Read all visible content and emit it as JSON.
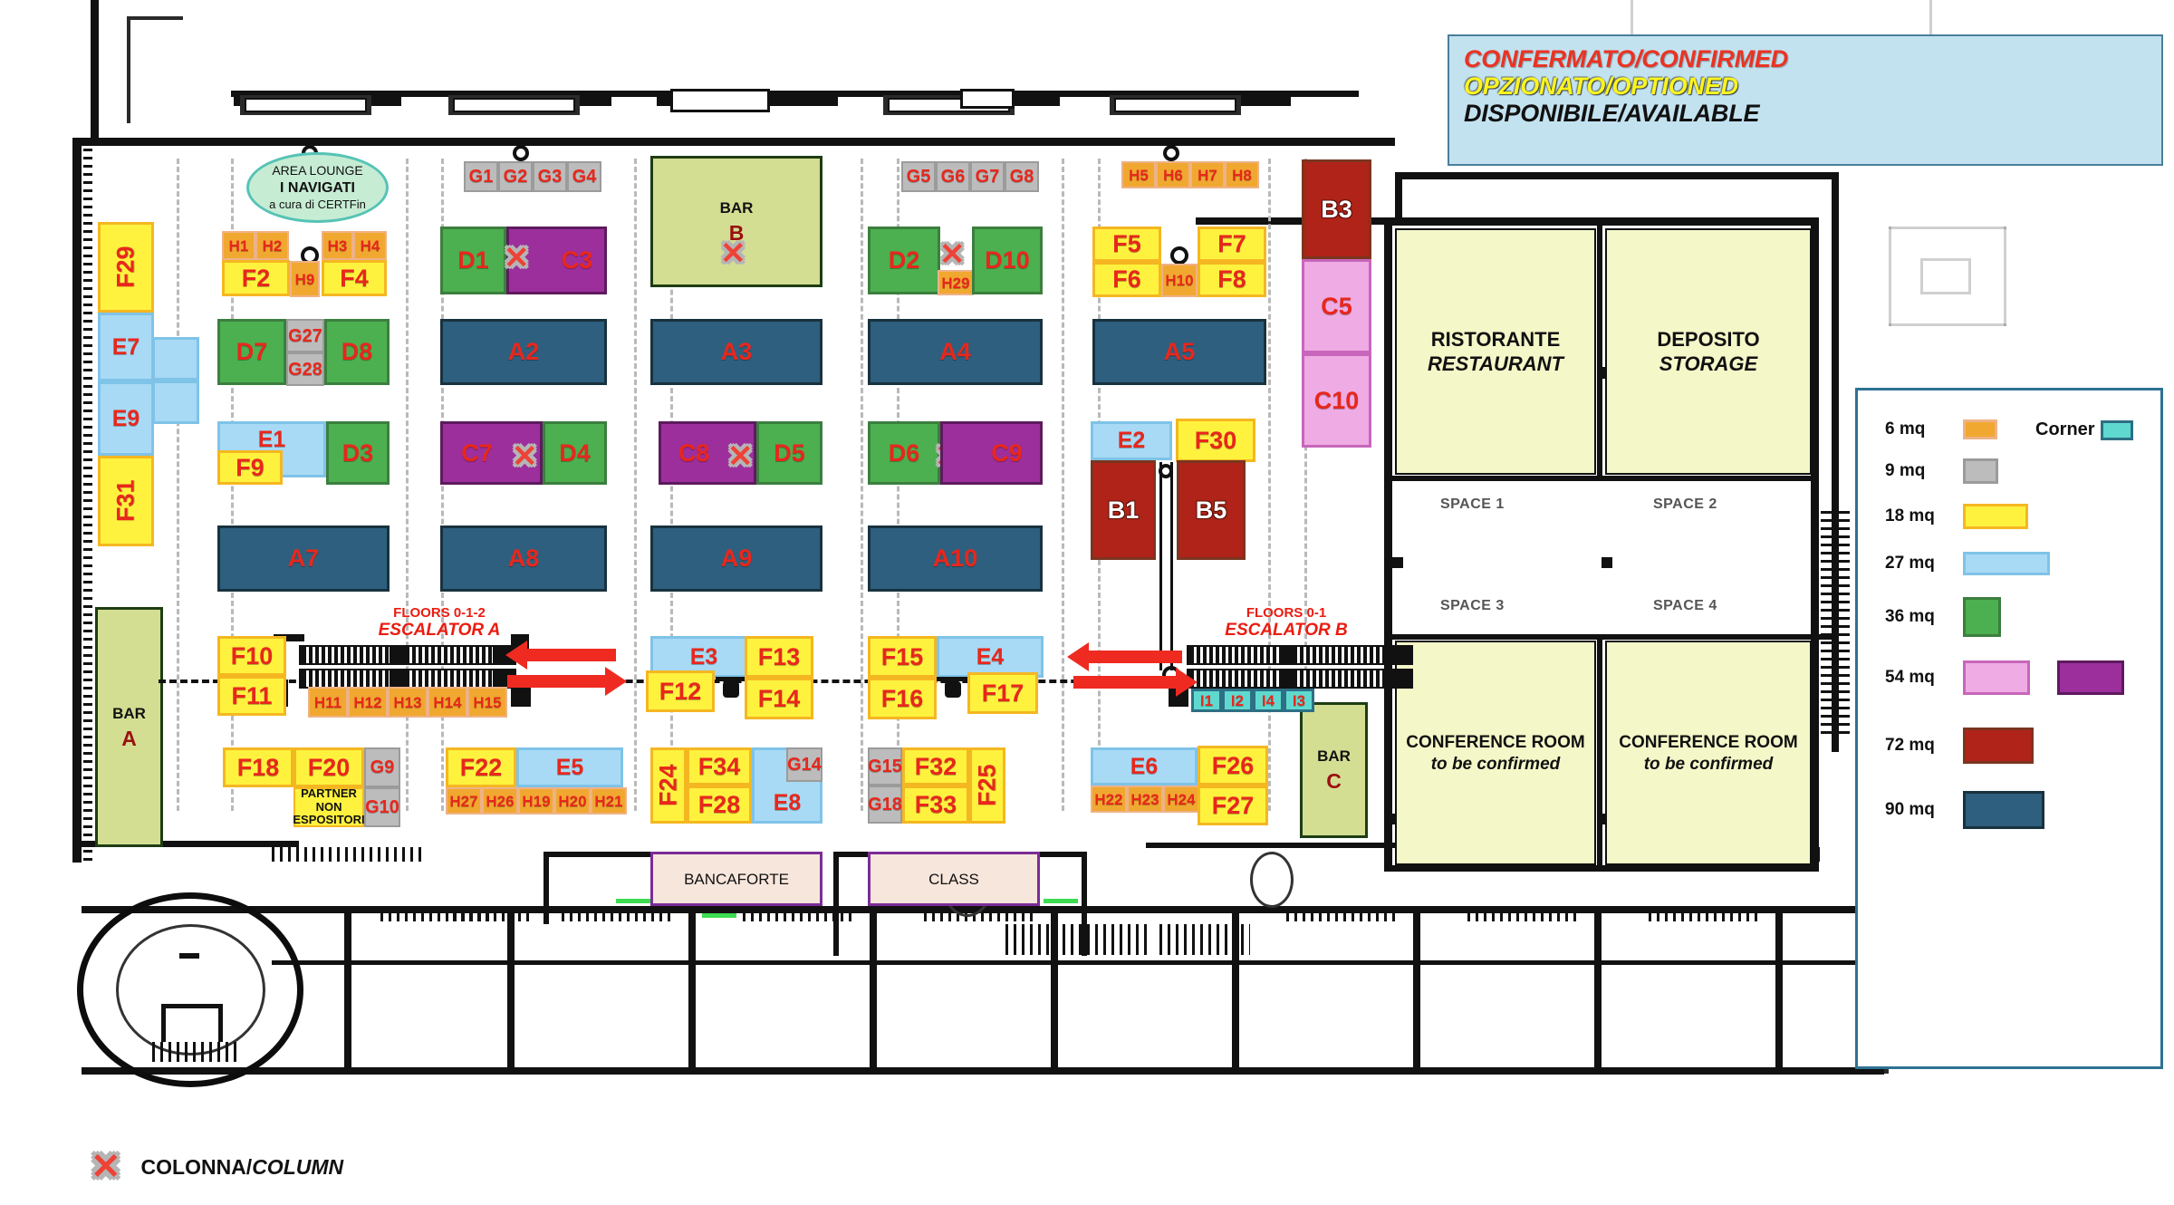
{
  "status_legend": {
    "confirmed": "CONFERMATO/CONFIRMED",
    "optioned": "OPZIONATO/OPTIONED",
    "available": "DISPONIBILE/AVAILABLE"
  },
  "size_legend": {
    "corner_label": "Corner",
    "rows": [
      {
        "label": "6 mq",
        "color": "#f0a830",
        "border": "#eeb287"
      },
      {
        "label": "9 mq",
        "color": "#bcbcbc",
        "border": "#9b9b9b"
      },
      {
        "label": "18 mq",
        "color": "#fff23f",
        "border": "#f5b721"
      },
      {
        "label": "27 mq",
        "color": "#a8daf5",
        "border": "#7fc3e8"
      },
      {
        "label": "36 mq",
        "color": "#4caf50",
        "border": "#3b7f3e"
      },
      {
        "label": "54 mq",
        "color": "#efabe4",
        "border": "#c766bb"
      },
      {
        "label": "54 mq alt",
        "color": "#9c2f9c",
        "border": "#5e1a5e"
      },
      {
        "label": "72 mq",
        "color": "#b02318",
        "border": "#7b3520"
      },
      {
        "label": "90 mq",
        "color": "#2e5f7e",
        "border": "#18323f"
      }
    ],
    "corner_color": "#5fd9cf",
    "corner_border": "#2d6f84"
  },
  "column_legend": {
    "italic": "COLONNA/",
    "normal": "COLUMN"
  },
  "lounge": {
    "line1": "AREA LOUNGE",
    "line2": "I NAVIGATI",
    "line3": "a cura di CERTFin"
  },
  "escalators": [
    {
      "floors": "FLOORS 0-1-2",
      "name": "ESCALATOR A"
    },
    {
      "floors": "FLOORS 0-1",
      "name": "ESCALATOR B"
    }
  ],
  "bars": [
    {
      "label": "BAR",
      "name": "A"
    },
    {
      "label": "BAR",
      "name": "B"
    },
    {
      "label": "BAR",
      "name": "C"
    }
  ],
  "rooms": [
    {
      "title": "RISTORANTE",
      "sub": "RESTAURANT"
    },
    {
      "title": "DEPOSITO",
      "sub": "STORAGE"
    },
    {
      "title": "CONFERENCE ROOM",
      "sub": "to be confirmed"
    },
    {
      "title": "CONFERENCE ROOM",
      "sub": "to be confirmed"
    }
  ],
  "spaces": [
    "SPACE 1",
    "SPACE 2",
    "SPACE 3",
    "SPACE 4"
  ],
  "partner_block": "PARTNER NON ESPOSITORI",
  "sponsor_boxes": [
    "BANCAFORTE",
    "CLASS"
  ],
  "booths": {
    "A": [
      "A2",
      "A3",
      "A4",
      "A5",
      "A7",
      "A8",
      "A9",
      "A10"
    ],
    "B": [
      "B1",
      "B3",
      "B5"
    ],
    "C": [
      "C3",
      "C5",
      "C7",
      "C8",
      "C9",
      "C10"
    ],
    "D": [
      "D1",
      "D2",
      "D3",
      "D4",
      "D5",
      "D6",
      "D7",
      "D8",
      "D10"
    ],
    "E": [
      "E1",
      "E2",
      "E3",
      "E4",
      "E5",
      "E6",
      "E7",
      "E8",
      "E9"
    ],
    "F": [
      "F2",
      "F4",
      "F5",
      "F6",
      "F7",
      "F8",
      "F9",
      "F10",
      "F11",
      "F12",
      "F13",
      "F14",
      "F15",
      "F16",
      "F17",
      "F18",
      "F20",
      "F22",
      "F24",
      "F25",
      "F26",
      "F27",
      "F28",
      "F29",
      "F30",
      "F31",
      "F32",
      "F33",
      "F34"
    ],
    "G": [
      "G1",
      "G2",
      "G3",
      "G4",
      "G5",
      "G6",
      "G7",
      "G8",
      "G9",
      "G10",
      "G14",
      "G15",
      "G18",
      "G27",
      "G28"
    ],
    "H": [
      "H1",
      "H2",
      "H3",
      "H4",
      "H5",
      "H6",
      "H7",
      "H8",
      "H9",
      "H10",
      "H11",
      "H12",
      "H13",
      "H14",
      "H15",
      "H19",
      "H20",
      "H21",
      "H22",
      "H23",
      "H24",
      "H26",
      "H27",
      "H29"
    ],
    "I": [
      "I1",
      "I2",
      "I4",
      "I3"
    ]
  },
  "labels": {
    "F29": "F29",
    "E7": "E7",
    "E9": "E9",
    "F31": "F31",
    "H1": "H1",
    "H2": "H2",
    "H3": "H3",
    "H4": "H4",
    "F2": "F2",
    "H9": "H9",
    "F4": "F4",
    "D7": "D7",
    "G27": "G27",
    "G28": "G28",
    "D8": "D8",
    "E1": "E1",
    "F9": "F9",
    "D3": "D3",
    "A7": "A7",
    "F10": "F10",
    "F11": "F11",
    "F18": "F18",
    "F20": "F20",
    "G9": "G9",
    "G10": "G10",
    "G1": "G1",
    "G2": "G2",
    "G3": "G3",
    "G4": "G4",
    "D1": "D1",
    "C3": "C3",
    "A2": "A2",
    "C7": "C7",
    "D4": "D4",
    "A8": "A8",
    "H11": "H11",
    "H12": "H12",
    "H13": "H13",
    "H14": "H14",
    "H15": "H15",
    "F22": "F22",
    "E5": "E5",
    "H27": "H27",
    "H26": "H26",
    "H19": "H19",
    "H20": "H20",
    "H21": "H21",
    "A3": "A3",
    "C8": "C8",
    "D5": "D5",
    "A9": "A9",
    "E3": "E3",
    "F13": "F13",
    "F12": "F12",
    "F14": "F14",
    "F24": "F24",
    "F34": "F34",
    "F28": "F28",
    "E8": "E8",
    "G14": "G14",
    "G5": "G5",
    "G6": "G6",
    "G7": "G7",
    "G8": "G8",
    "D2": "D2",
    "H29": "H29",
    "D10": "D10",
    "A4": "A4",
    "D6": "D6",
    "C9": "C9",
    "A10": "A10",
    "F15": "F15",
    "E4": "E4",
    "F16": "F16",
    "F17": "F17",
    "G15": "G15",
    "G18": "G18",
    "F32": "F32",
    "F33": "F33",
    "F25": "F25",
    "H5": "H5",
    "H6": "H6",
    "H7": "H7",
    "H8": "H8",
    "F5": "F5",
    "F7": "F7",
    "F6": "F6",
    "H10": "H10",
    "F8": "F8",
    "A5": "A5",
    "E2": "E2",
    "F30": "F30",
    "B1": "B1",
    "B5": "B5",
    "E6": "E6",
    "H22": "H22",
    "H23": "H23",
    "H24": "H24",
    "F26": "F26",
    "F27": "F27",
    "I1": "I1",
    "I2": "I2",
    "I4": "I4",
    "I3": "I3",
    "B3": "B3",
    "C5": "C5",
    "C10": "C10"
  }
}
